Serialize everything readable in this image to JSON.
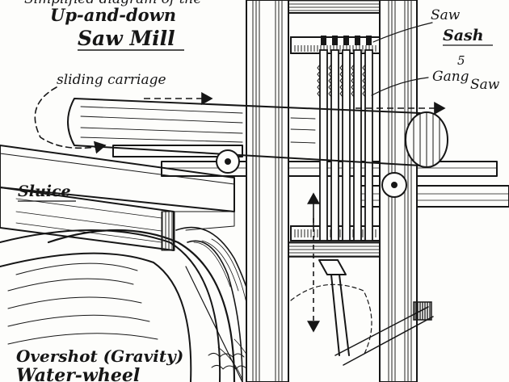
{
  "labels": {
    "title_line1": "Simplified diagram of the",
    "title_line2": "Up-and-down",
    "title_line3": "Saw Mill",
    "saw_sash_1": "Saw",
    "saw_sash_2": "Sash",
    "gang_saw_1": "5",
    "gang_saw_2": "Gang",
    "gang_saw_3": "Saw",
    "sliding_carriage": "sliding carriage",
    "sluice": "Sluice",
    "waterwheel_1": "Overshot (Gravity)",
    "waterwheel_2": "Water-wheel"
  }
}
